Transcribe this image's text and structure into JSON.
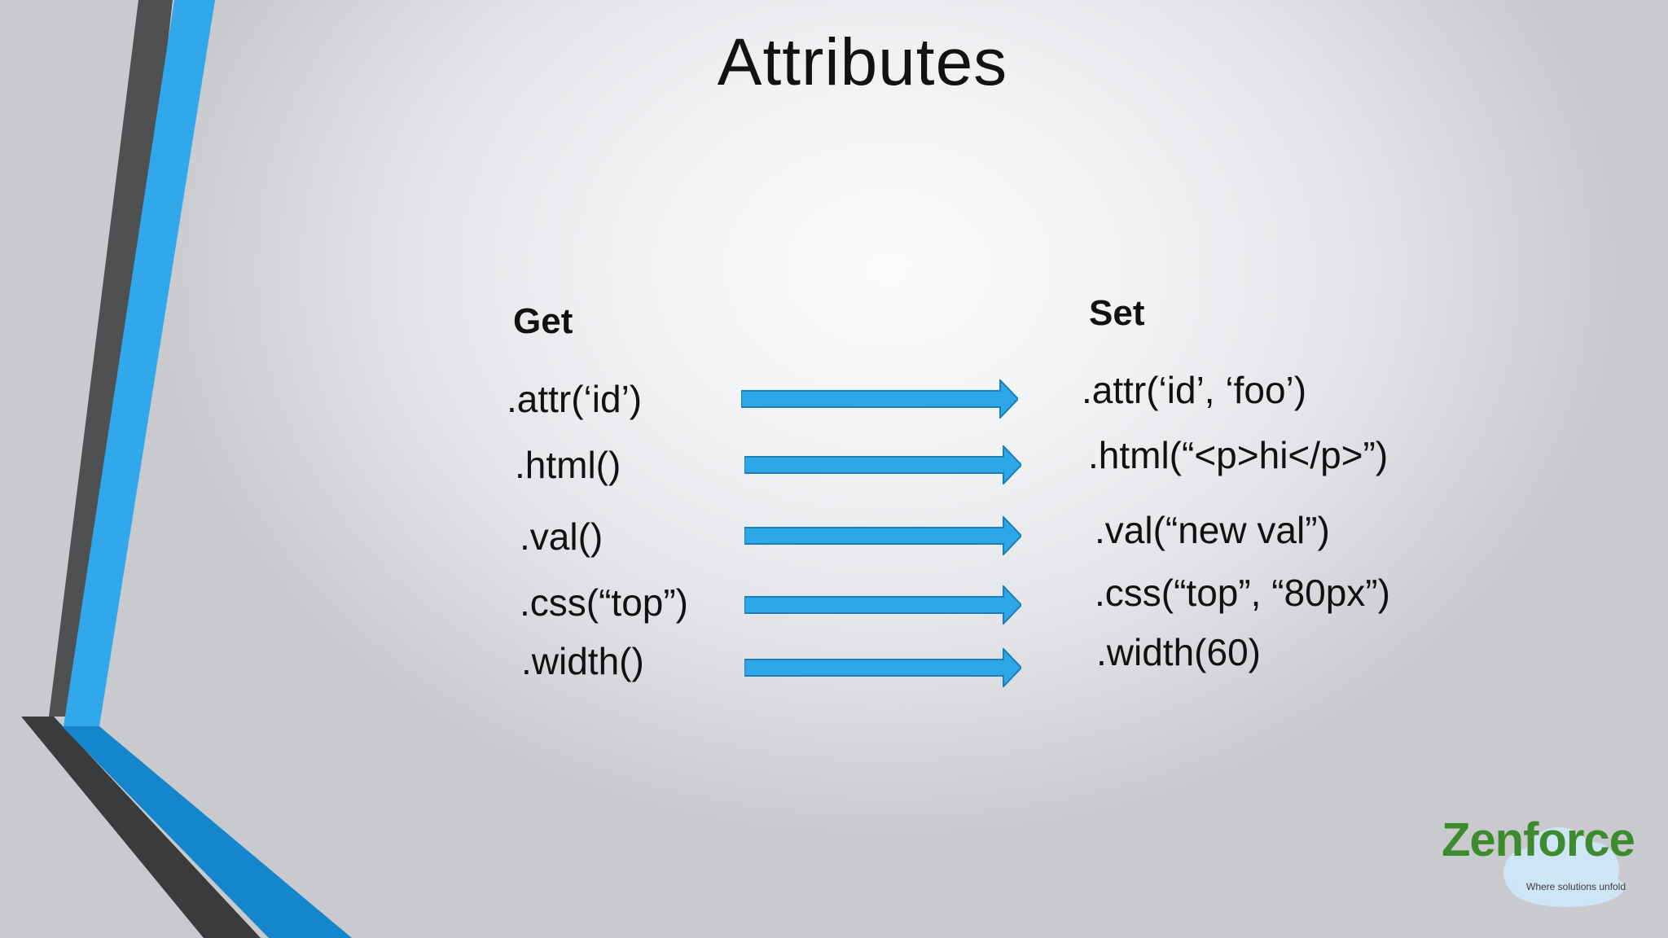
{
  "slide": {
    "title": "Attributes",
    "get_heading": "Get",
    "set_heading": "Set",
    "get_items": [
      ".attr(‘id’)",
      ".html()",
      ".val()",
      ".css(“top”)",
      ".width()"
    ],
    "set_items": [
      ".attr(‘id’, ‘foo’)",
      ".html(“<p>hi</p>”)",
      ".val(“new val”)",
      ".css(“top”, “80px”)",
      ".width(60)"
    ]
  },
  "logo": {
    "name": "Zenforce",
    "tagline": "Where solutions unfold"
  },
  "colors": {
    "accent_blue": "#2ea7e8",
    "dark_stripe": "#4e4f51",
    "logo_green": "#3d8b2e"
  }
}
